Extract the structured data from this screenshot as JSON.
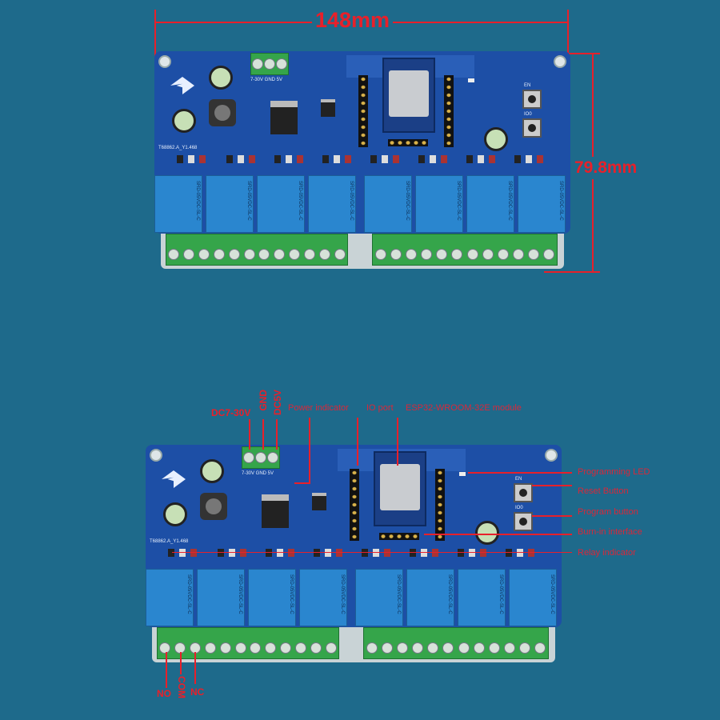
{
  "dimensions": {
    "width": "148mm",
    "height": "79.8mm"
  },
  "silkscreen": {
    "power_input": "7-30V GND 5V",
    "relay_model": "SRD-05VDC-SL-C",
    "board_id": "T68862.A_Y1.468",
    "en_button": "EN",
    "io0_button": "IO0"
  },
  "annotations": {
    "dc_input": "DC7-30V",
    "gnd": "GND",
    "dc5v": "DC5V",
    "power_indicator": "Power indicator",
    "io_port": "IO port",
    "module": "ESP32-WROOM-32E module",
    "programming_led": "Programming LED",
    "reset_button": "Reset Button",
    "program_button": "Program button",
    "burn_in_interface": "Burn-in interface",
    "relay_indicator": "Relay indicator",
    "no": "NO",
    "com": "COM",
    "nc": "NC"
  },
  "colors": {
    "background": "#1e6a8b",
    "pcb": "#1d4fa6",
    "annotation": "#e8202a"
  }
}
